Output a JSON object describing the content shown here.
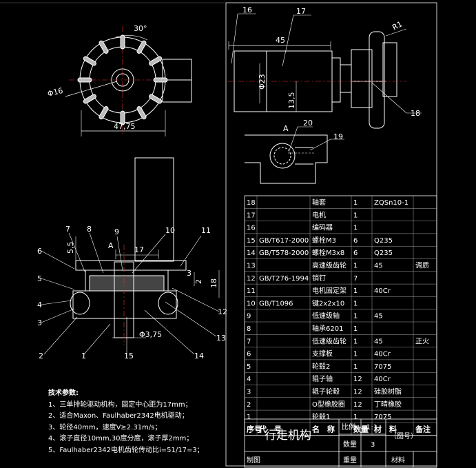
{
  "views": {
    "front_top": {
      "angle_label": "30°",
      "diameter_label": "Φ16",
      "width_label": "47,75"
    },
    "side_top": {
      "length_label": "45",
      "diameter_label": "Φ23",
      "height_label": "13,5",
      "radius_label": "R1"
    },
    "detail": {
      "letter": "A"
    },
    "section": {
      "dim_55": "5,5",
      "dim_17": "17",
      "dim_3": "3",
      "dim_2": "2",
      "dim_18": "18",
      "dim_phi375": "Φ3,75",
      "letter": "A"
    }
  },
  "balloons": [
    "16",
    "17",
    "18",
    "20",
    "19",
    "7",
    "8",
    "9",
    "10",
    "11",
    "6",
    "5",
    "4",
    "3",
    "2",
    "1",
    "15",
    "14",
    "13",
    "12"
  ],
  "notes": {
    "title": "技术参数:",
    "items": [
      "1、三单排轮驱动机构，固定中心距为17mm；",
      "2、适合Maxon、Faulhaber2342电机驱动；",
      "3、轮径40mm，速度V≥2.31m/s；",
      "4、滚子直径10mm,30度分度，滚子厚2mm；",
      "5、Faulhaber2342电机齿轮传动比i=51/17=3；"
    ]
  },
  "bom": {
    "headers": [
      "序号",
      "代　号",
      "名　称",
      "数量",
      "材　料",
      "备注"
    ],
    "rows": [
      [
        "18",
        "",
        "轴套",
        "1",
        "ZQSn10-1",
        ""
      ],
      [
        "17",
        "",
        "电机",
        "1",
        "",
        ""
      ],
      [
        "16",
        "",
        "编码器",
        "1",
        "",
        ""
      ],
      [
        "15",
        "GB/T617-2000",
        "螺栓M3",
        "6",
        "Q235",
        ""
      ],
      [
        "14",
        "GB/T578-2000",
        "螺栓M3x8",
        "6",
        "Q235",
        ""
      ],
      [
        "13",
        "",
        "高速级齿轮",
        "1",
        "45",
        "调质"
      ],
      [
        "12",
        "GB/T276-1994",
        "销钉",
        "7",
        "",
        ""
      ],
      [
        "11",
        "",
        "电机固定架",
        "1",
        "40Cr",
        ""
      ],
      [
        "10",
        "GB/T1096",
        "键2x2x10",
        "1",
        "",
        ""
      ],
      [
        "9",
        "",
        "低速级轴",
        "1",
        "45",
        ""
      ],
      [
        "8",
        "",
        "轴承6201",
        "1",
        "",
        ""
      ],
      [
        "7",
        "",
        "低速级齿轮",
        "1",
        "45",
        "正火"
      ],
      [
        "6",
        "",
        "支撑板",
        "1",
        "40Cr",
        ""
      ],
      [
        "5",
        "",
        "轮毂2",
        "1",
        "7075",
        ""
      ],
      [
        "4",
        "",
        "辊子轴",
        "12",
        "40Cr",
        ""
      ],
      [
        "3",
        "",
        "辊子轮毂",
        "12",
        "硅胶树脂",
        ""
      ],
      [
        "2",
        "",
        "O型橡胶圈",
        "12",
        "丁晴橡胶",
        ""
      ],
      [
        "1",
        "",
        "轮毂1",
        "1",
        "7075",
        ""
      ]
    ]
  },
  "title_block": {
    "name": "行走机构",
    "scale_label": "比例",
    "scale_value": "1:1",
    "qty_label": "数量",
    "qty_value": "3",
    "drawing_no": "（图号）",
    "drawn_label": "制图",
    "weight_label": "重量",
    "material_label": "材料"
  }
}
